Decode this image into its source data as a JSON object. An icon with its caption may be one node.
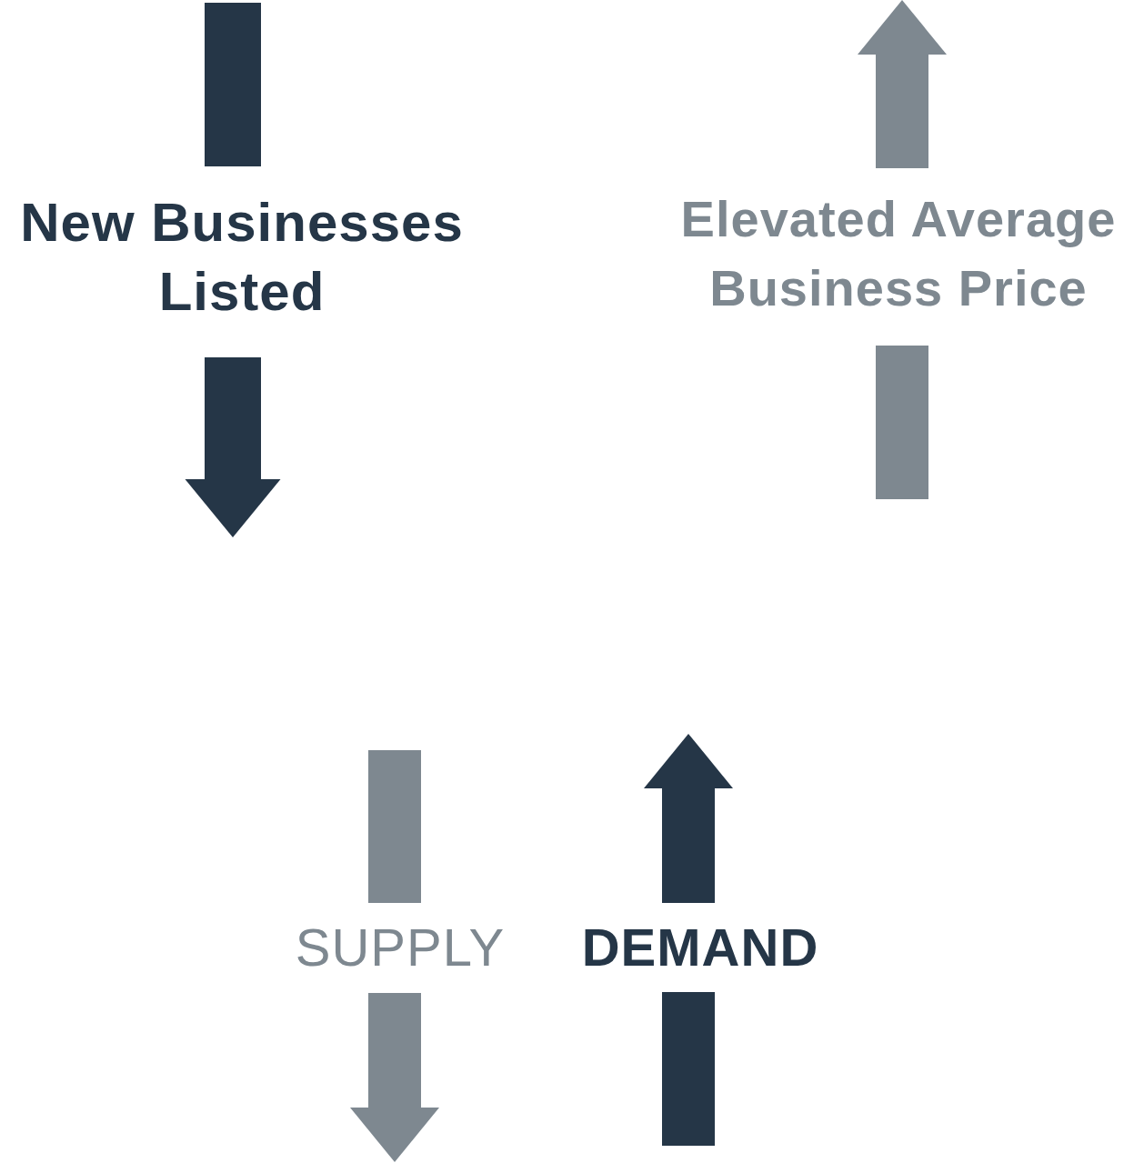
{
  "diagram": {
    "labels": [
      "New Businesses Listed",
      "Elevated Average Business Price",
      "SUPPLY",
      "DEMAND"
    ]
  }
}
